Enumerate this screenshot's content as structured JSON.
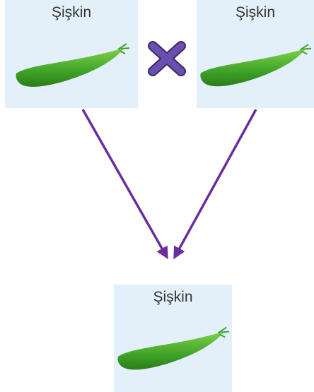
{
  "parents": [
    {
      "label": "Şişkin",
      "trait": "pea-pod-icon"
    },
    {
      "label": "Şişkin",
      "trait": "pea-pod-icon"
    }
  ],
  "offspring": {
    "label": "Şişkin",
    "trait": "pea-pod-icon"
  },
  "operator": "cross-icon",
  "colors": {
    "panel": "#e3f0f9",
    "arrow": "#6a2e9e",
    "pod": "#4caf2a",
    "cross": "#5b3f95"
  }
}
